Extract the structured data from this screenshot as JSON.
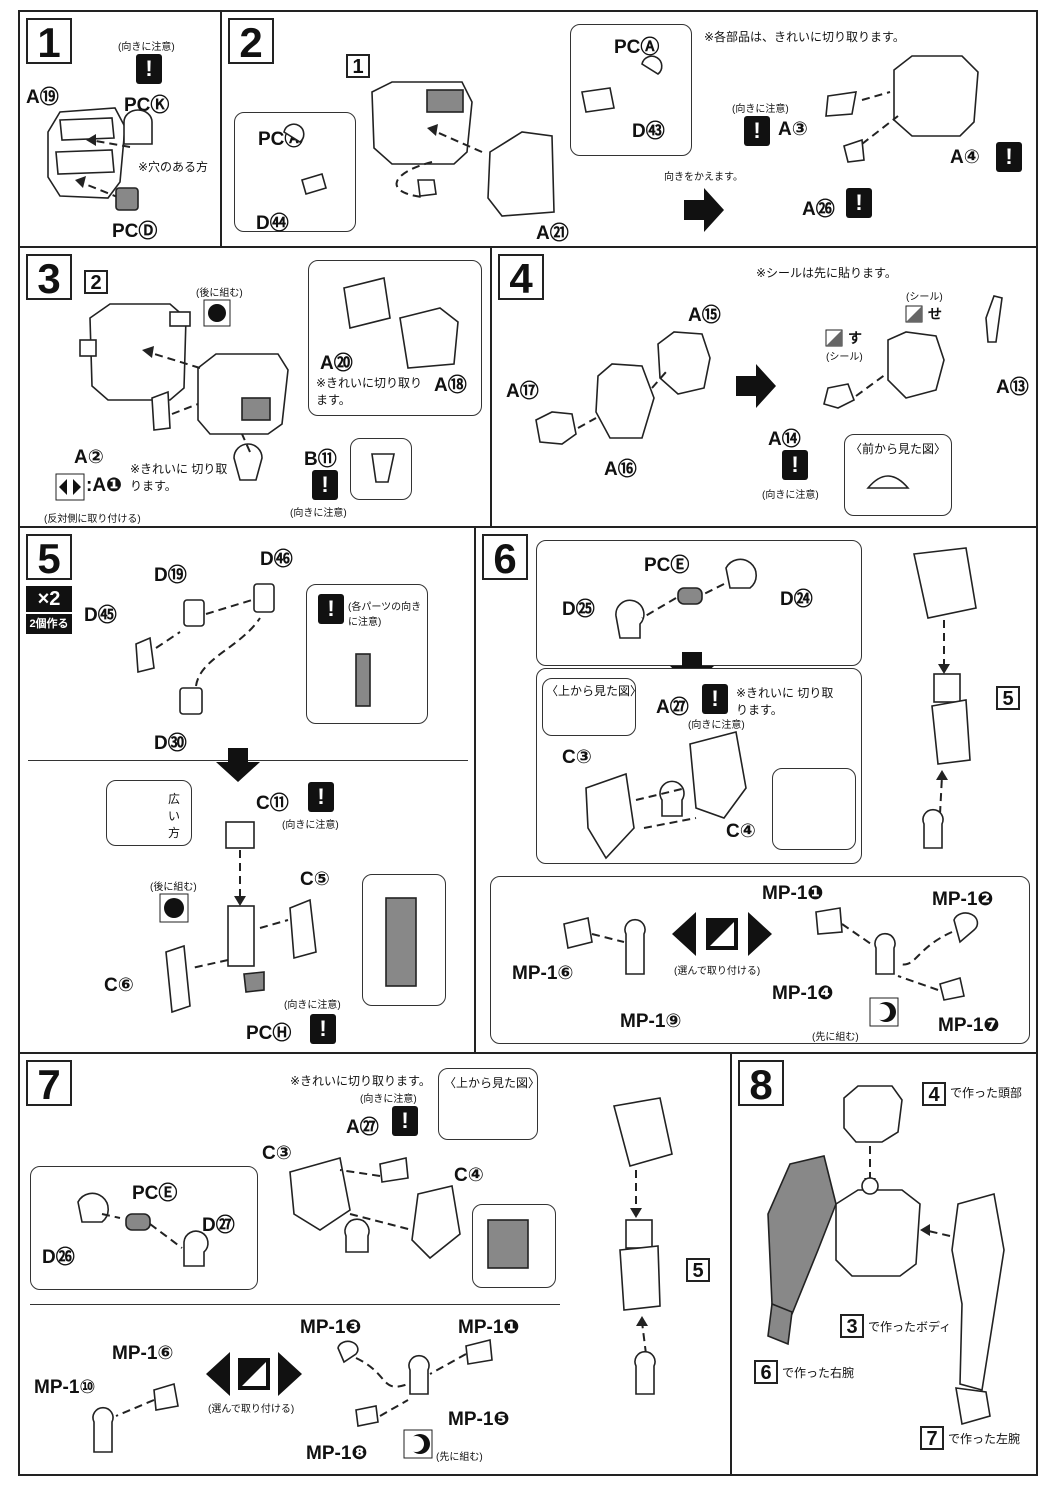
{
  "steps": [
    {
      "number": "1",
      "notes": {
        "caution": "(向きに注意)",
        "hole_side": "※穴のある方"
      },
      "labels": [
        "A⑲",
        "PCⓀ",
        "PCⒹ"
      ]
    },
    {
      "number": "2",
      "ref": "1",
      "notes": {
        "clean_cut": "※各部品は、きれいに切り取ります。",
        "turn": "向きをかえます。",
        "caution": "(向きに注意)"
      },
      "labels": [
        "PCⒶ",
        "D㊸",
        "PCⒶ",
        "D㊹",
        "A㉑",
        "A③",
        "A④",
        "A㉖"
      ]
    },
    {
      "number": "3",
      "ref": "2",
      "notes": {
        "later": "(後に組む)",
        "clean_cut": "※きれいに切り取ります。",
        "clean_cut2": "※きれいに 切り取ります。",
        "opposite": "(反対側に取り付ける)",
        "caution": "(向きに注意)"
      },
      "labels": [
        "A⑳",
        "A⑱",
        "A②",
        ":A❶",
        "B⑪"
      ]
    },
    {
      "number": "4",
      "notes": {
        "sticker_first": "※シールは先に貼ります。",
        "sticker": "(シール)",
        "sticker2": "(シール)",
        "front_view": "〈前から見た図〉",
        "caution": "(向きに注意)"
      },
      "labels": [
        "A⑮",
        "A⑰",
        "A⑯",
        "A⑬",
        "A⑭",
        "す",
        "せ"
      ]
    },
    {
      "number": "5",
      "mult": "×2",
      "mult_note": "2個作る",
      "notes": {
        "each_part": "(各パーツの向きに注意)",
        "wide": "広い方",
        "caution": "(向きに注意)",
        "later": "(後に組む)",
        "caution2": "(向きに注意)"
      },
      "labels": [
        "D⑲",
        "D㊻",
        "D㊺",
        "D㉚",
        "C⑪",
        "C⑤",
        "C⑥",
        "PCⒽ"
      ]
    },
    {
      "number": "6",
      "ref": "5",
      "notes": {
        "top_view": "〈上から見た図〉",
        "clean_cut": "※きれいに 切り取ります。",
        "caution": "(向きに注意)",
        "choose": "(選んで取り付ける)",
        "first": "(先に組む)"
      },
      "labels": [
        "PCⒺ",
        "D㉕",
        "D㉔",
        "A㉗",
        "C③",
        "C④",
        "MP-1❶",
        "MP-1❷",
        "MP-1⑥",
        "MP-1❹",
        "MP-1⑨",
        "MP-1❼"
      ]
    },
    {
      "number": "7",
      "ref": "5",
      "notes": {
        "clean_cut": "※きれいに切り取ります。",
        "caution": "(向きに注意)",
        "top_view": "〈上から見た図〉",
        "choose": "(選んで取り付ける)",
        "first": "(先に組む)"
      },
      "labels": [
        "A㉗",
        "C③",
        "C④",
        "PCⒺ",
        "D㉖",
        "D㉗",
        "MP-1❸",
        "MP-1❶",
        "MP-1⑥",
        "MP-1⑩",
        "MP-1❺",
        "MP-1❽"
      ]
    },
    {
      "number": "8",
      "notes": {
        "head": "で作った頭部",
        "body": "で作ったボディ",
        "right_arm": "で作った右腕",
        "left_arm": "で作った左腕"
      },
      "refs": [
        "4",
        "3",
        "6",
        "7"
      ]
    }
  ],
  "colors": {
    "ink": "#111111",
    "gray_part": "#888888"
  }
}
